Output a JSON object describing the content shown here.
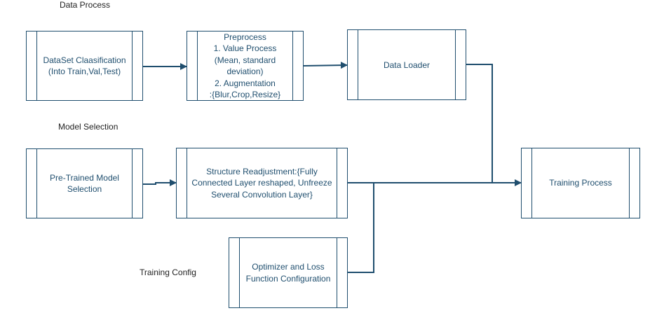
{
  "sections": {
    "data_process": "Data Process",
    "model_selection": "Model Selection",
    "training_config": "Training Config"
  },
  "boxes": {
    "dataset": {
      "lines": [
        "DataSet Claasification",
        "(Into Train,Val,Test)"
      ]
    },
    "preprocess": {
      "lines": [
        "Preprocess",
        "1. Value Process",
        "(Mean, standard",
        "deviation)",
        "2. Augmentation",
        ":{Blur,Crop,Resize}"
      ]
    },
    "dataloader": {
      "lines": [
        "Data Loader"
      ]
    },
    "pretrained": {
      "lines": [
        "Pre-Trained Model",
        "Selection"
      ]
    },
    "structure": {
      "lines": [
        "Structure Readjustment:{Fully",
        "Connected Layer reshaped, Unfreeze",
        "Several Convolution Layer}"
      ]
    },
    "optimizer": {
      "lines": [
        "Optimizer and Loss",
        "Function Configuration"
      ]
    },
    "training": {
      "lines": [
        "Training Process"
      ]
    }
  },
  "colors": {
    "stroke": "#1f4e6e",
    "text": "#1f4e6e"
  }
}
